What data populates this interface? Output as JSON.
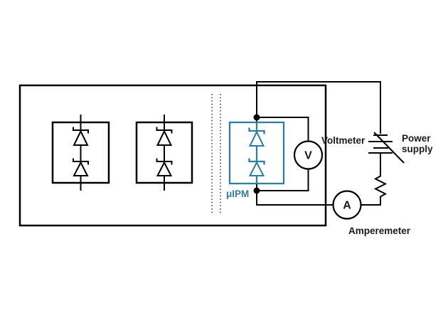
{
  "diagram": {
    "labels": {
      "module": "μIPM",
      "voltmeter": "Voltmeter",
      "voltmeter_symbol": "V",
      "amperemeter": "Amperemeter",
      "amperemeter_symbol": "A",
      "power_supply_line1": "Power",
      "power_supply_line2": "supply"
    },
    "colors": {
      "background": "#ffffff",
      "line": "#000000",
      "text": "#1a1a1a",
      "module_accent": "#2e7f99",
      "divider": "#4a4a4a"
    },
    "components": {
      "unlabeled_diode_modules": 2,
      "diodes_per_module": 2
    }
  }
}
